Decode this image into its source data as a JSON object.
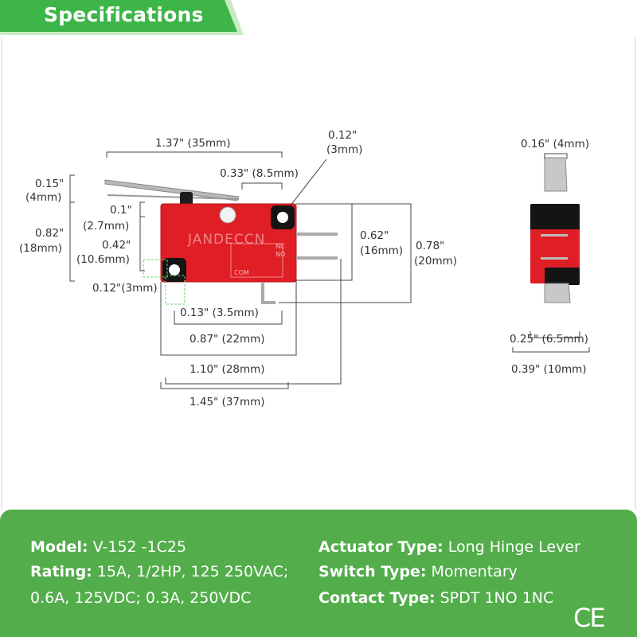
{
  "banner": {
    "title": "Specifications"
  },
  "brand_watermark": "JANDECCN",
  "switch_labels": {
    "com": "COM",
    "no": "NO",
    "nc": "NC"
  },
  "dimensions": {
    "overall_length": "1.37\" (35mm)",
    "pin_offset": "0.33\" (8.5mm)",
    "hole_dia_a": "0.12\"",
    "hole_dia_b": "(3mm)",
    "lever_gap_a": "0.15\"",
    "lever_gap_b": "(4mm)",
    "hole_offset_a": "0.1\"",
    "hole_offset_b": "(2.7mm)",
    "total_height_a": "0.82\"",
    "total_height_b": "(18mm)",
    "hole_spacing_a": "0.42\"",
    "hole_spacing_b": "(10.6mm)",
    "hole_size": "0.12\"(3mm)",
    "body_height_a": "0.62\"",
    "body_height_b": "(16mm)",
    "pin_height_a": "0.78\"",
    "pin_height_b": "(20mm)",
    "hole_edge": "0.13\" (3.5mm)",
    "hole_center": "0.87\" (22mm)",
    "body_length": "1.10\" (28mm)",
    "total_length": "1.45\" (37mm)",
    "lever_width": "0.16\" (4mm)",
    "body_width": "0.25\" (6.5mm)",
    "total_width": "0.39\" (10mm)"
  },
  "specs": {
    "model": {
      "label": "Model:",
      "value": "V-152 -1C25"
    },
    "rating": {
      "label": "Rating:",
      "value": "15A, 1/2HP, 125 250VAC;",
      "value2": "0.6A, 125VDC; 0.3A, 250VDC"
    },
    "actuator": {
      "label": "Actuator Type:",
      "value": "Long Hinge Lever"
    },
    "switch_type": {
      "label": "Switch Type:",
      "value": "Momentary"
    },
    "contact": {
      "label": "Contact Type:",
      "value": "SPDT 1NO 1NC"
    }
  },
  "ce_mark": "CE",
  "colors": {
    "green": "#52ad4a",
    "banner_green": "#3db548",
    "switch_red": "#e01e26",
    "black": "#141414"
  }
}
